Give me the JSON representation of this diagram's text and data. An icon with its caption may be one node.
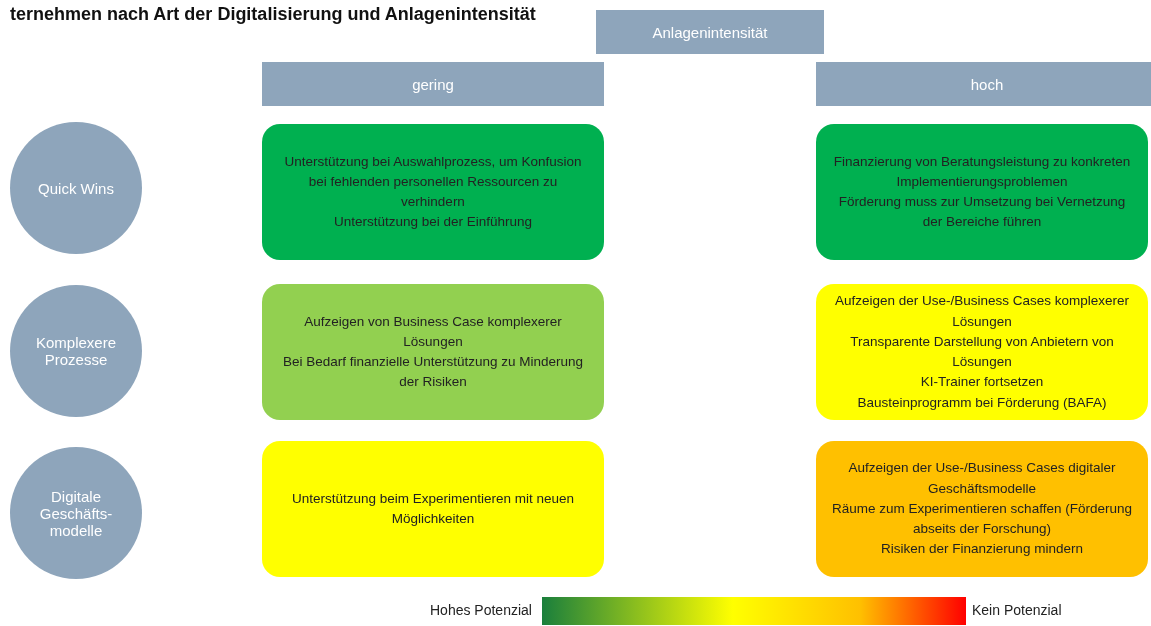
{
  "diagram": {
    "title": "ternehmen nach Art der Digitalisierung und Anlagenintensität",
    "nodes": [
      {
        "text": [
          "Anlagenintensität"
        ]
      },
      {
        "text": [
          "gering"
        ]
      },
      {
        "text": [
          "hoch"
        ]
      },
      {
        "text": [
          "Quick Wins"
        ]
      },
      {
        "text": [
          "Komplexere Prozesse"
        ]
      },
      {
        "text": [
          "Digitale Geschäfts-modelle"
        ]
      },
      {
        "text": [
          "Unterstützung bei Auswahlprozess, um Konfusion bei fehlenden personellen Ressourcen zu verhindern",
          "Unterstützung bei der Einführung"
        ]
      },
      {
        "text": [
          "Finanzierung von Beratungsleistung zu konkreten Implementierungsproblemen",
          "Förderung muss zur Umsetzung bei Vernetzung der Bereiche führen"
        ]
      },
      {
        "text": [
          "Aufzeigen von Business Case komplexerer Lösungen",
          "Bei Bedarf finanzielle Unterstützung zu Minderung der Risiken"
        ]
      },
      {
        "text": [
          "Aufzeigen der Use-/Business Cases komplexerer Lösungen",
          "Transparente Darstellung von Anbietern von Lösungen",
          "KI-Trainer fortsetzen",
          "Bausteinprogramm bei Förderung (BAFA)"
        ]
      },
      {
        "text": [
          "Unterstützung beim Experimentieren mit neuen Möglichkeiten"
        ]
      },
      {
        "text": [
          "Aufzeigen der Use-/Business Cases digitaler Geschäftsmodelle",
          "Räume zum Experimentieren schaffen (Förderung abseits der Forschung)",
          "Risiken der Finanzierung mindern"
        ]
      },
      {
        "text": [],
        "shape": "bar"
      }
    ],
    "labels": [
      "Hohes Potenzial",
      "Kein Potenzial"
    ]
  }
}
